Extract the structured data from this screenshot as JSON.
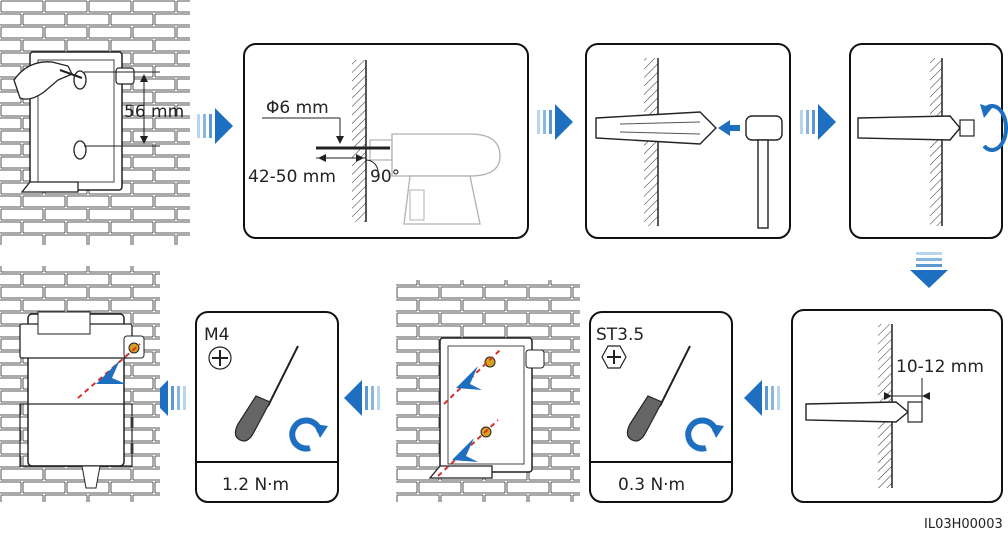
{
  "colors": {
    "ink": "#1a1a1a",
    "brick": "#ffffff",
    "mortar": "#d9d9d9",
    "tool": "#6d6d6d",
    "arrow_blue": "#1f6fc0",
    "arrow_blue_light": "#8ab6e2",
    "red_dash": "#d4322c",
    "screw_gold": "#d8a11e"
  },
  "steps": {
    "bracket_spacing": "56 mm",
    "drill_diameter": "Φ6 mm",
    "drill_depth": "42-50 mm",
    "drill_angle": "90°",
    "bolt_protrusion": "10-12 mm",
    "bracket_screw": "ST3.5",
    "bracket_torque": "0.3 N·m",
    "device_screw": "M4",
    "device_torque": "1.2 N·m"
  },
  "icons": {
    "flow_arrow": "flow-arrow-icon",
    "rotate": "rotate-clockwise-icon",
    "screw_head_cross": "cross-screw-head-icon",
    "screw_head_hex": "hex-screw-head-icon"
  },
  "figure_code": "IL03H00003"
}
